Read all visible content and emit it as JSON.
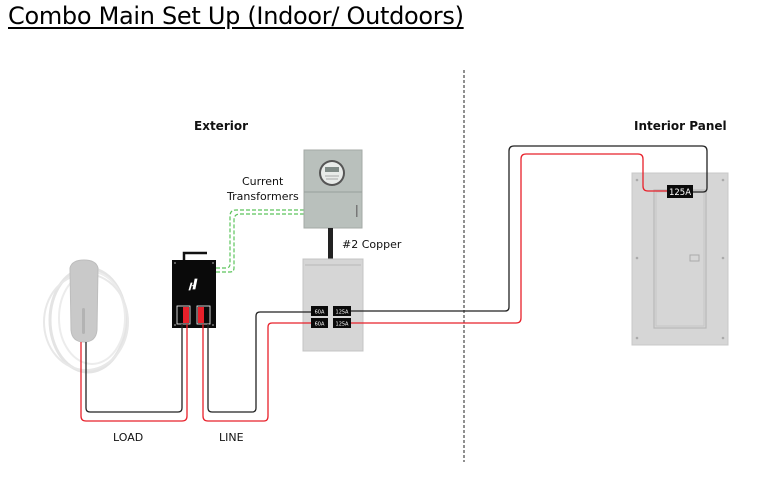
{
  "title": "Combo Main Set Up (Indoor/ Outdoors)",
  "sections": {
    "exterior": "Exterior",
    "interior": "Interior Panel"
  },
  "labels": {
    "current_transformers_line1": "Current",
    "current_transformers_line2": "Transformers",
    "copper": "#2 Copper",
    "load": "LOAD",
    "line": "LINE"
  },
  "breakers": {
    "top_left": "60A",
    "bottom_left": "60A",
    "top_right": "125A",
    "bottom_right": "125A",
    "interior_main": "125A"
  },
  "colors": {
    "hot_wire": "#e8202a",
    "neutral_wire": "#222222",
    "ct_wire": "#5cc45c",
    "panel_gray": "#d6d6d6",
    "meter_gray": "#b9c0bc",
    "device_black": "#0a0a0a"
  }
}
